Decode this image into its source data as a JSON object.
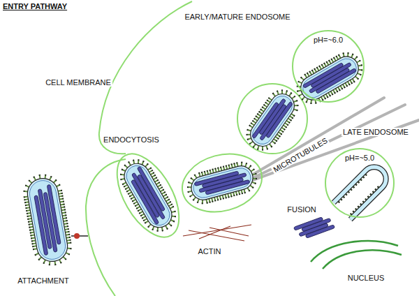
{
  "diagram": {
    "title": "ENTRY PATHWAY",
    "nodes": [
      {
        "text": [
          "pH=~6.0"
        ]
      },
      {
        "text": [
          "pH=~5.0"
        ]
      }
    ],
    "labels": [
      "CELL MEMBRANE",
      "ENDOCYTOSIS",
      "EARLY/MATURE ENDOSOME",
      "LATE ENDOSOME",
      "MICROTUBULES",
      "FUSION",
      "ACTIN",
      "ATTACHMENT",
      "NUCLEUS"
    ]
  }
}
